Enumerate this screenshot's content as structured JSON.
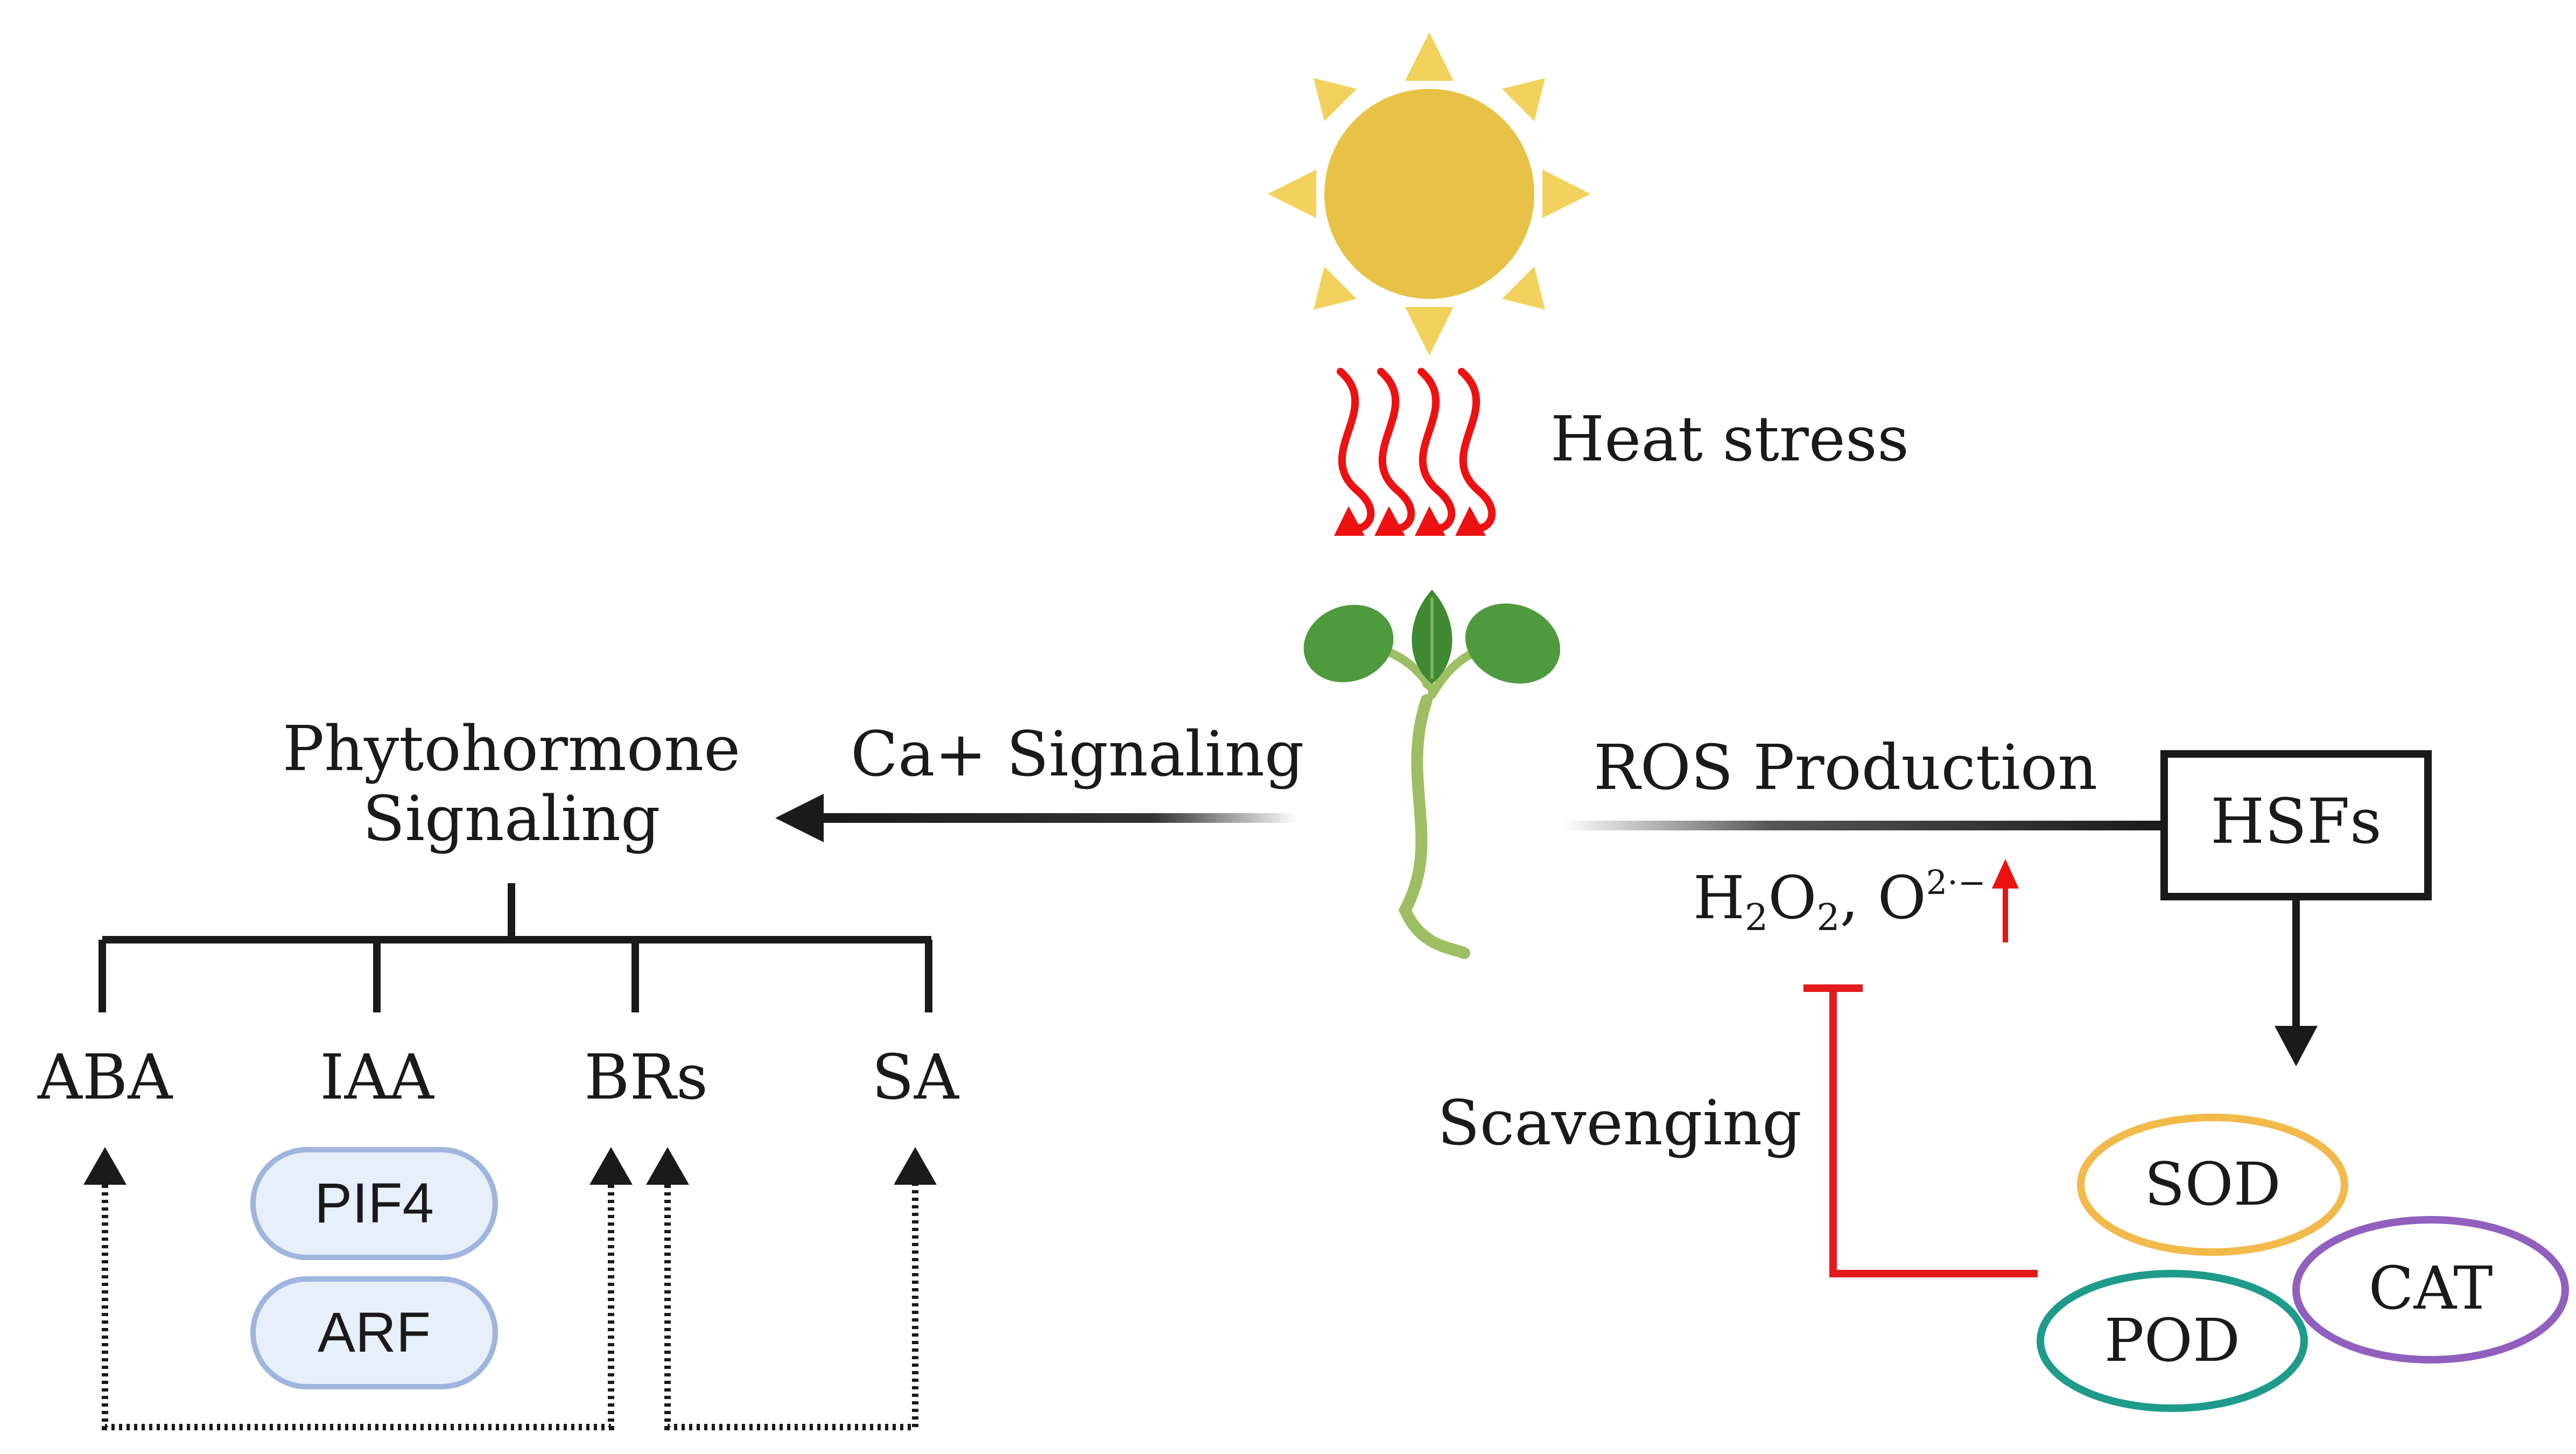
{
  "stimulus": {
    "label": "Heat stress",
    "sun_icon": "sun-icon",
    "heat_icon": "heat-waves-icon"
  },
  "plant": {
    "icon": "seedling-icon"
  },
  "left_pathway": {
    "arrow_label": "Ca+ Signaling",
    "hub_line1": "Phytohormone",
    "hub_line2": "Signaling",
    "hormones": [
      "ABA",
      "IAA",
      "BRs",
      "SA"
    ],
    "factors": [
      "PIF4",
      "ARF"
    ]
  },
  "right_pathway": {
    "arrow_label": "ROS Production",
    "ros": {
      "h": "H",
      "sub1": "2",
      "o": "O",
      "sub2": "2",
      "sep": ", O",
      "sup": "2·−"
    },
    "hsf_label": "HSFs",
    "scavenging_label": "Scavenging",
    "enzymes": [
      "SOD",
      "CAT",
      "POD"
    ]
  },
  "colors": {
    "sun": "#E8C246",
    "sun_rays": "#F2D25C",
    "heat_arrows": "#EE1111",
    "inhibit": "#E41B1B",
    "sod": "#F2B94B",
    "cat": "#9160BE",
    "pod": "#1E9B8A",
    "pill_fill": "#E7EFFA",
    "pill_stroke": "#9FB5DE"
  }
}
